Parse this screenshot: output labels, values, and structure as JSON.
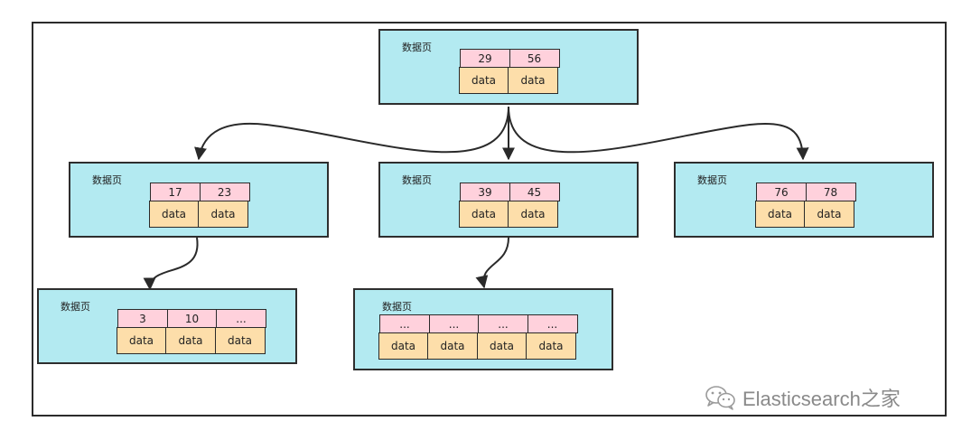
{
  "page_label": "数据页",
  "data_label": "data",
  "nodes": {
    "root": {
      "keys": [
        "29",
        "56"
      ]
    },
    "mid_left": {
      "keys": [
        "17",
        "23"
      ]
    },
    "mid_center": {
      "keys": [
        "39",
        "45"
      ]
    },
    "mid_right": {
      "keys": [
        "76",
        "78"
      ]
    },
    "leaf_left": {
      "keys": [
        "3",
        "10",
        "..."
      ]
    },
    "leaf_center": {
      "keys": [
        "...",
        "...",
        "...",
        "..."
      ]
    }
  },
  "watermark": {
    "text": "Elasticsearch之家",
    "icon": "wechat-icon"
  },
  "colors": {
    "page_fill": "#b3eaf1",
    "key_fill": "#ffd1dc",
    "data_fill": "#fddeaa",
    "stroke": "#2e2e2e"
  }
}
